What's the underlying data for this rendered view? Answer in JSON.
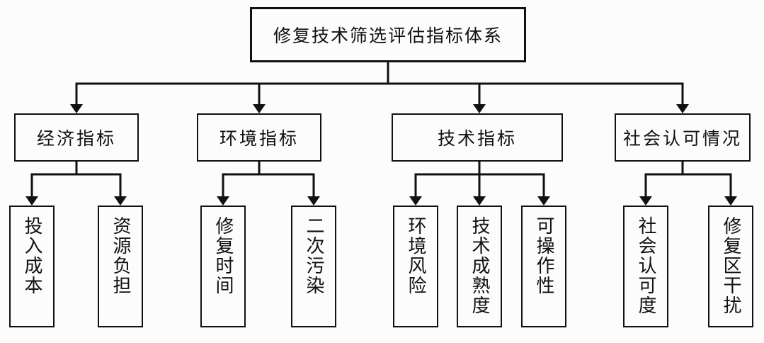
{
  "diagram": {
    "root": {
      "label": "修复技术筛选评估指标体系"
    },
    "branches": [
      {
        "label": "经济指标",
        "children": [
          {
            "label": "投入成本"
          },
          {
            "label": "资源负担"
          }
        ]
      },
      {
        "label": "环境指标",
        "children": [
          {
            "label": "修复时间"
          },
          {
            "label": "二次污染"
          }
        ]
      },
      {
        "label": "技术指标",
        "children": [
          {
            "label": "环境风险"
          },
          {
            "label": "技术成熟度"
          },
          {
            "label": "可操作性"
          }
        ]
      },
      {
        "label": "社会认可情况",
        "children": [
          {
            "label": "社会认可度"
          },
          {
            "label": "修复区干扰"
          }
        ]
      }
    ],
    "colors": {
      "line": "#111111",
      "border": "#111111",
      "text": "#111111",
      "background": "#fcfcfc"
    }
  }
}
